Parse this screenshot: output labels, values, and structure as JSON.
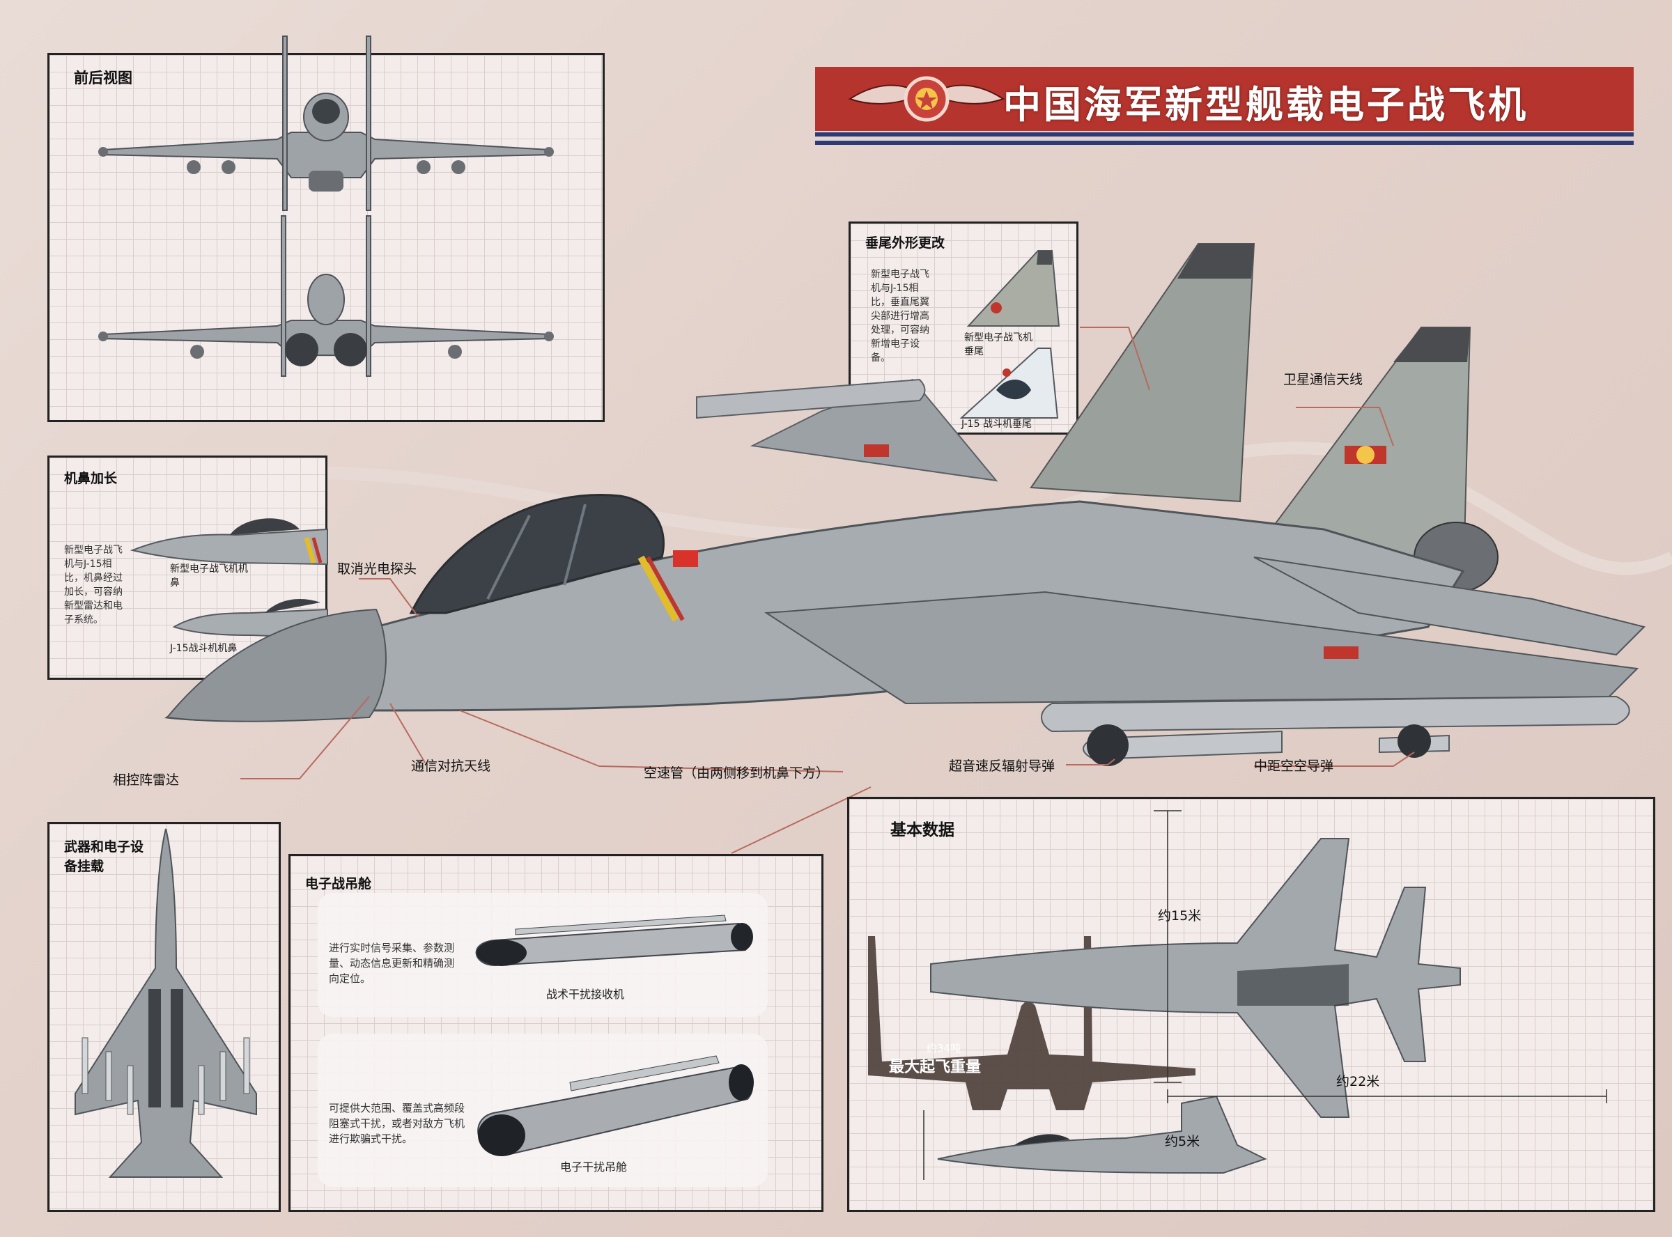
{
  "banner": {
    "title": "中国海军新型舰载电子战飞机",
    "colors": {
      "banner_red": "#b5352e",
      "stripe_blue": "#2c3a78"
    }
  },
  "panels": {
    "views": {
      "title": "前后视图"
    },
    "nose": {
      "title": "机鼻加长",
      "note": "新型电子战飞机与J-15相比，机鼻经过加长，可容纳新型雷达和电子系统。",
      "label_new": "新型电子战飞机机鼻",
      "label_j15": "J-15战斗机机鼻"
    },
    "tail": {
      "title": "垂尾外形更改",
      "note": "新型电子战飞机与J-15相比，垂直尾翼尖部进行增高处理，可容纳新增电子设备。",
      "label_new": "新型电子战飞机垂尾",
      "label_j15": "J-15 战斗机垂尾"
    },
    "weapons": {
      "title": "武器和电子设备挂载"
    },
    "pods": {
      "title": "电子战吊舱",
      "pod1": {
        "desc": "进行实时信号采集、参数测量、动态信息更新和精确测向定位。",
        "name": "战术干扰接收机"
      },
      "pod2": {
        "desc": "可提供大范围、覆盖式高频段阻塞式干扰，或者对敌方飞机进行欺骗式干扰。",
        "name": "电子干扰吊舱"
      }
    },
    "basic": {
      "title": "基本数据",
      "length": "约22米",
      "wingspan": "约15米",
      "height": "约5米",
      "weight_value": "约34吨",
      "weight_label": "最大起飞重量"
    }
  },
  "callouts": {
    "satcom": "卫星通信天线",
    "irst_removed": "取消光电探头",
    "radar": "相控阵雷达",
    "comm_ant": "通信对抗天线",
    "pitot": "空速管（由两侧移到机鼻下方）",
    "arm": "超音速反辐射导弹",
    "mrm": "中距空空导弹"
  }
}
